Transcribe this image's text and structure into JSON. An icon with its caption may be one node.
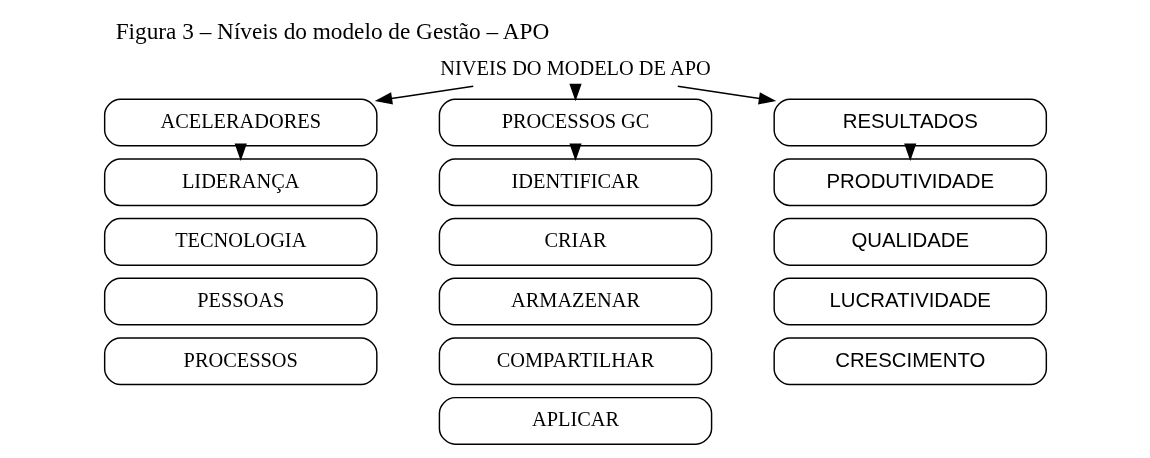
{
  "diagram": {
    "title": "Figura 3 – Níveis do modelo de Gestão – APO",
    "nodes": [
      {
        "text": [
          "NIVEIS DO MODELO DE APO"
        ]
      },
      {
        "text": [
          "ACELERADORES"
        ]
      },
      {
        "text": [
          "PROCESSOS GC"
        ]
      },
      {
        "text": [
          "RESULTADOS"
        ]
      },
      {
        "text": [
          "LIDERANÇA"
        ]
      },
      {
        "text": [
          "TECNOLOGIA"
        ]
      },
      {
        "text": [
          "PESSOAS"
        ]
      },
      {
        "text": [
          "PROCESSOS"
        ]
      },
      {
        "text": [
          "IDENTIFICAR"
        ]
      },
      {
        "text": [
          "CRIAR"
        ]
      },
      {
        "text": [
          "ARMAZENAR"
        ]
      },
      {
        "text": [
          "COMPARTILHAR"
        ]
      },
      {
        "text": [
          "APLICAR"
        ]
      },
      {
        "text": [
          "PRODUTIVIDADE"
        ]
      },
      {
        "text": [
          "QUALIDADE"
        ]
      },
      {
        "text": [
          "LUCRATIVIDADE"
        ]
      },
      {
        "text": [
          "CRESCIMENTO"
        ]
      }
    ],
    "edges": [
      {
        "from": 0,
        "to": 1,
        "arrow": "to"
      },
      {
        "from": 0,
        "to": 2,
        "arrow": "to"
      },
      {
        "from": 0,
        "to": 3,
        "arrow": "to"
      },
      {
        "from": 1,
        "to": 4,
        "arrow": "to"
      },
      {
        "from": 2,
        "to": 8,
        "arrow": "to"
      },
      {
        "from": 3,
        "to": 13,
        "arrow": "to"
      }
    ]
  }
}
